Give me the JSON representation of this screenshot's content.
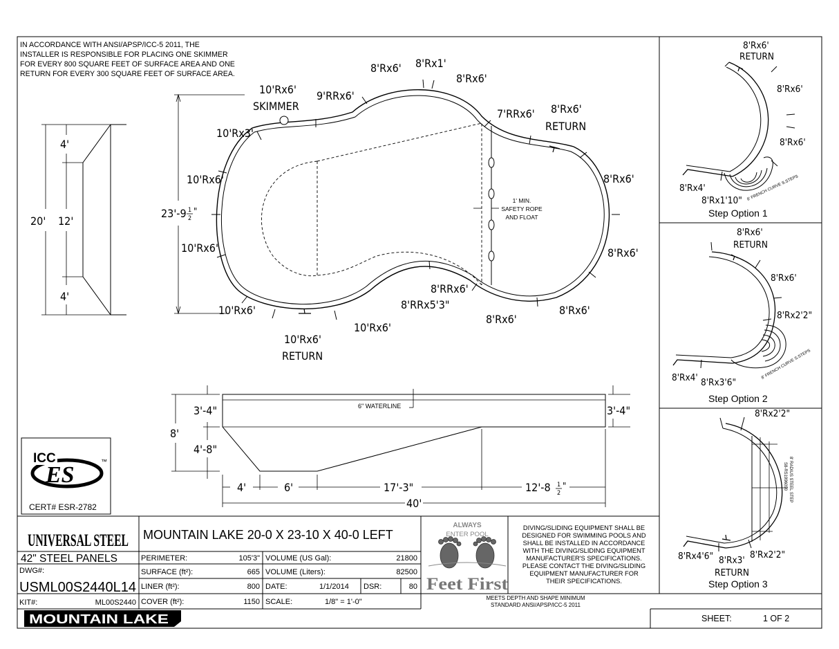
{
  "notes": {
    "skimmer_rule_lines": [
      "IN ACCORDANCE WITH ANSI/APSP/ICC-5 2011, THE",
      "INSTALLER IS RESPONSIBLE FOR PLACING ONE SKIMMER",
      "FOR EVERY 800 SQUARE FEET OF SURFACE AREA AND ONE",
      "RETURN FOR EVERY 300 SQUARE FEET OF SURFACE AREA."
    ],
    "safety_rope_lines": [
      "1' MIN.",
      "SAFETY ROPE",
      "AND FLOAT"
    ],
    "waterline": "6\" WATERLINE",
    "diving_lines": [
      "DIVING/SLIDING EQUIPMENT SHALL BE",
      "DESIGNED FOR SWIMMING POOLS AND",
      "SHALL BE INSTALLED IN ACCORDANCE",
      "WITH THE DIVING/SLIDING EQUIPMENT",
      "MANUFACTURER'S SPECIFICATIONS.",
      "PLEASE CONTACT THE DIVING/SLIDING",
      "EQUIPMENT MANUFACTURER FOR",
      "THEIR SPECIFICATIONS."
    ],
    "standard_lines": [
      "MEETS DEPTH AND SHAPE MINIMUM",
      "STANDARD ANSI/APSP/ICC-5 2011"
    ]
  },
  "plan_labels": {
    "top_left_1": "8'Rx6'",
    "top_mid": "8'Rx1'",
    "top_right_1": "8'Rx6'",
    "skimmer_panel": "10'Rx6'",
    "skimmer": "SKIMMER",
    "waist_top": "9'RRx6'",
    "waist_top_right": "7'RRx6'",
    "return_right_panel": "8'Rx6'",
    "return_right": "RETURN",
    "left_upper": "10'Rx3'",
    "left_mid": "10'Rx6'",
    "left_lower": "10'Rx6'",
    "left_bottom": "10'Rx6'",
    "bottom_return_panel": "10'Rx6'",
    "bottom_return": "RETURN",
    "bottom_mid": "10'Rx6'",
    "waist_bottom_1": "8'RRx6'",
    "waist_bottom_2": "8'RRx5'3\"",
    "bottom_right_1": "8'Rx6'",
    "bottom_right_2": "8'Rx6'",
    "right_upper": "8'Rx6'",
    "right_lower": "8'Rx6'",
    "width_dim": "23'-9",
    "width_fraction_num": "1",
    "width_fraction_den": "2",
    "width_inch": "\""
  },
  "end_view": {
    "total": "20'",
    "top": "4'",
    "middle": "12'",
    "bottom": "4'"
  },
  "profile": {
    "total_depth": "8'",
    "shallow_left": "3'-4\"",
    "deep_extra": "4'-8\"",
    "shallow_right": "3'-4\"",
    "seg1": "4'",
    "seg2": "6'",
    "seg3": "17'-3\"",
    "seg4": "12'-8",
    "seg4_num": "1",
    "seg4_den": "2",
    "seg4_inch": "\"",
    "total_length": "40'"
  },
  "cert": {
    "logo_top": "ICC",
    "logo_main": "ES",
    "tm": "™",
    "number": "CERT# ESR-2782"
  },
  "step_options": {
    "opt1": {
      "return_panel": "8'Rx6'",
      "return_label": "RETURN",
      "right_1": "8'Rx6'",
      "right_2": "8'Rx6'",
      "left_panel": "8'Rx4'",
      "bottom_panel": "8'Rx1'10\"",
      "step_text": "8' FRENCH CURVE S.STEPS",
      "title": "Step Option 1"
    },
    "opt2": {
      "return_panel": "8'Rx6'",
      "return_label": "RETURN",
      "right_1": "8'Rx6'",
      "right_2": "8'Rx2'2\"",
      "left_panel": "8'Rx4'",
      "bottom_panel": "8'Rx3'6\"",
      "step_text": "8' FRENCH CURVE S.STEPS",
      "title": "Step Option 2"
    },
    "opt3": {
      "top_panel": "8'Rx2'2\"",
      "step_text_1": "8' RADIUS STEEL STEP",
      "step_text_2": "S8-RS1996090",
      "left_panel": "8'Rx4'6\"",
      "mid_panel": "8'Rx3'",
      "right_panel": "8'Rx2'2\"",
      "return_label": "RETURN",
      "title": "Step Option 3"
    }
  },
  "title_block": {
    "brand": "UNIVERSAL STEEL",
    "panels": "42\"  STEEL PANELS",
    "dwg_label": "DWG#:",
    "dwg_number": "USML00S2440L14",
    "kit_label": "KIT#:",
    "kit_number": "ML00S2440",
    "model_banner": "MOUNTAIN LAKE",
    "title": "MOUNTAIN LAKE 20-0 X 23-10 X 40-0 LEFT",
    "perimeter_label": "PERIMETER:",
    "perimeter": "105'3\"",
    "surface_label": "SURFACE (ft²):",
    "surface": "665",
    "liner_label": "LINER (ft²):",
    "liner": "800",
    "cover_label": "COVER (ft²):",
    "cover": "1150",
    "vol_gal_label": "VOLUME (US Gal):",
    "vol_gal": "21800",
    "vol_l_label": "VOLUME (Liters):",
    "vol_l": "82500",
    "date_label": "DATE:",
    "date": "1/1/2014",
    "dsr_label": "DSR:",
    "dsr": "80",
    "scale_label": "SCALE:",
    "scale": "1/8\" = 1'-0\"",
    "feet_first_top": "ALWAYS",
    "feet_first_mid": "ENTER POOL",
    "feet_first_main": "Feet First",
    "sheet_label": "SHEET:",
    "sheet": "1 OF 2"
  }
}
